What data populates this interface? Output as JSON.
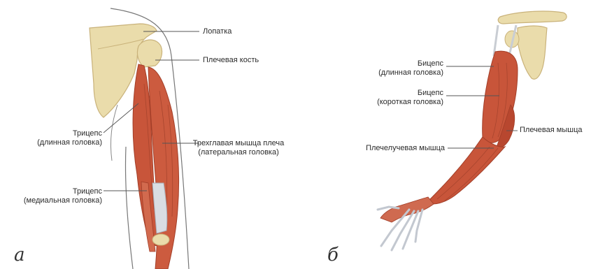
{
  "panel_a": {
    "letter": "а",
    "labels": {
      "scapula": "Лопатка",
      "humerus": "Плечевая кость",
      "triceps_long_1": "Трицепс",
      "triceps_long_2": "(длинная головка)",
      "triceps_lateral_1": "Трехглавая мышца плеча",
      "triceps_lateral_2": "(латеральная головка)",
      "triceps_medial_1": "Трицепс",
      "triceps_medial_2": "(медиальная головка)"
    }
  },
  "panel_b": {
    "letter": "б",
    "labels": {
      "biceps_long_1": "Бицепс",
      "biceps_long_2": "(длинная головка)",
      "biceps_short_1": "Бицепс",
      "biceps_short_2": "(короткая головка)",
      "brachialis": "Плечевая мышца",
      "brachioradialis": "Плечелучевая мышца"
    }
  },
  "colors": {
    "bone": "#eadcab",
    "bone_edge": "#c9b27a",
    "muscle": "#c8553a",
    "muscle_dark": "#a23e28",
    "tendon": "#d9dde3",
    "leader": "#555555"
  }
}
